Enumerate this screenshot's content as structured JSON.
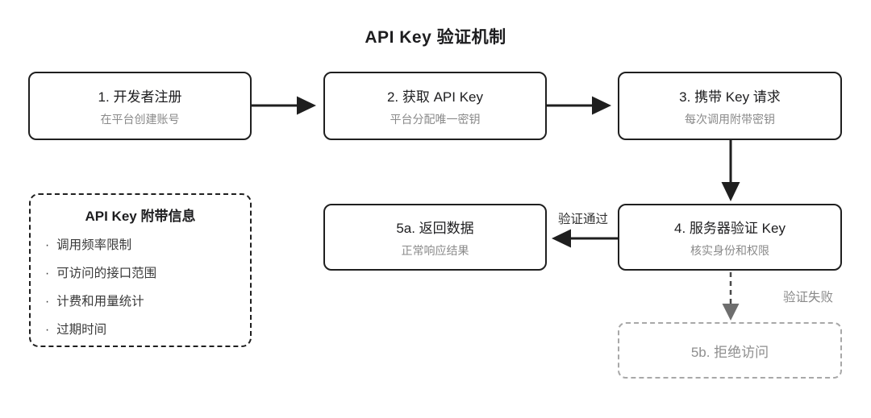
{
  "title": "API Key 验证机制",
  "colors": {
    "box_border": "#1f1f1f",
    "box_title_text": "#1d1d1f",
    "box_subtitle_text": "#8a8a8a",
    "info_item_text": "#3a3a3a",
    "muted_border": "#a8a8a8",
    "muted_text": "#8e8e8e",
    "arrow_solid": "#1f1f1f",
    "arrow_dashed": "#4a4a4a",
    "arrow_dashed_head": "#6e6e6e",
    "background": "#ffffff"
  },
  "nodes": {
    "step1": {
      "title": "1. 开发者注册",
      "subtitle": "在平台创建账号"
    },
    "step2": {
      "title": "2. 获取 API Key",
      "subtitle": "平台分配唯一密钥"
    },
    "step3": {
      "title": "3. 携带 Key 请求",
      "subtitle": "每次调用附带密钥"
    },
    "step4": {
      "title": "4. 服务器验证 Key",
      "subtitle": "核实身份和权限"
    },
    "step5a": {
      "title": "5a. 返回数据",
      "subtitle": "正常响应结果"
    },
    "step5b": {
      "title": "5b. 拒绝访问"
    }
  },
  "info_box": {
    "title": "API Key 附带信息",
    "bullet": "·",
    "items": [
      "调用频率限制",
      "可访问的接口范围",
      "计费和用量统计",
      "过期时间"
    ]
  },
  "edge_labels": {
    "pass": "验证通过",
    "fail": "验证失败"
  }
}
